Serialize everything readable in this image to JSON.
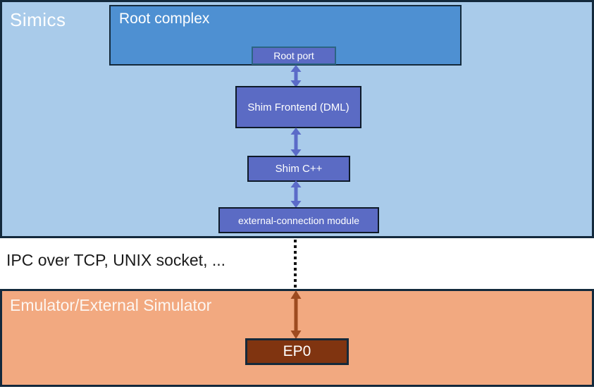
{
  "colors": {
    "outer_border": "#13293C",
    "simics_bg": "#A9CBEA",
    "root_complex_fill": "#4E90D2",
    "module_fill": "#5B6BC4",
    "root_port_border": "#2B6583",
    "blue_arrow": "#5B6BC8",
    "gap_bg": "#FFFFFF",
    "emulator_bg": "#F2A980",
    "ep0_fill": "#803410",
    "brown_arrow": "#9D4B20"
  },
  "simics": {
    "label": "Simics",
    "root_complex": {
      "label": "Root complex"
    },
    "root_port": {
      "label": "Root port"
    },
    "shim_frontend": {
      "label": "Shim Frontend (DML)"
    },
    "shim_cpp": {
      "label": "Shim C++"
    },
    "external_connection": {
      "label": "external-connection module"
    }
  },
  "gap": {
    "ipc_label": "IPC over TCP, UNIX socket, ..."
  },
  "emulator": {
    "label": "Emulator/External Simulator",
    "ep0": {
      "label": "EP0"
    }
  }
}
